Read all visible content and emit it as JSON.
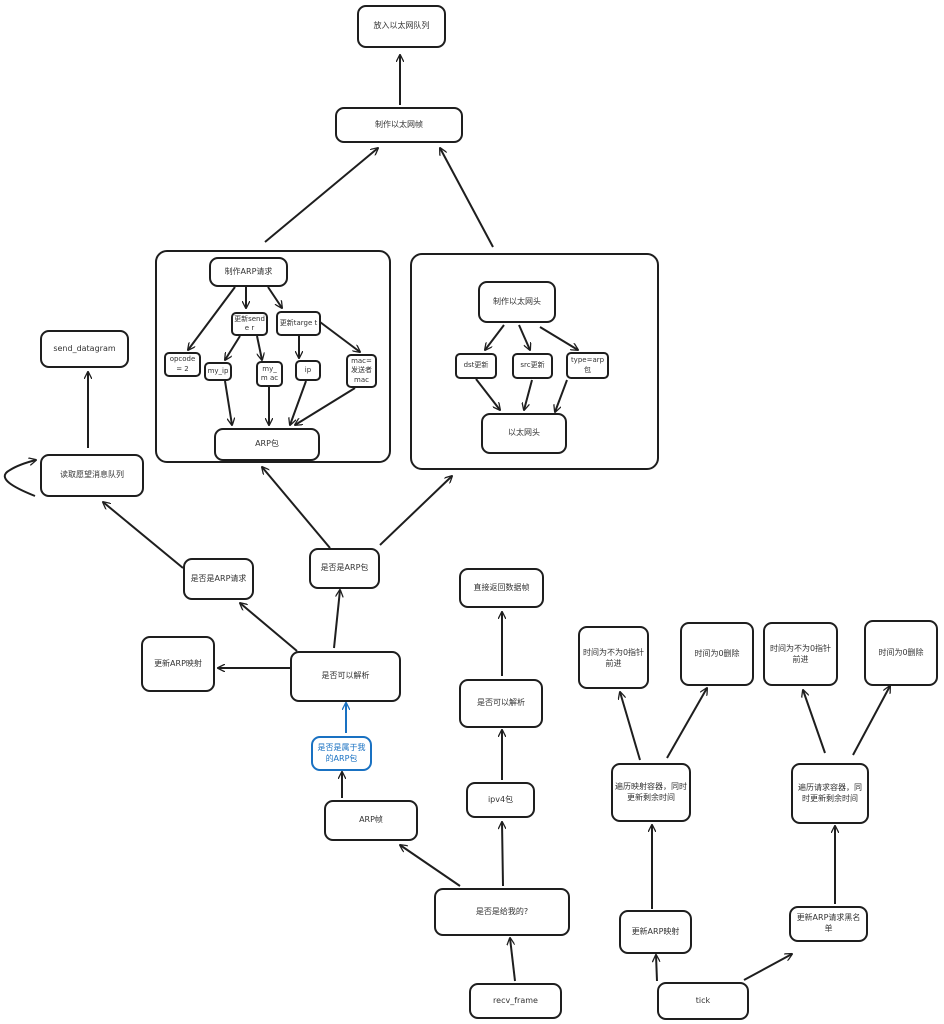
{
  "nodes": {
    "ethernet_queue": "放入以太网队列",
    "make_ethernet_frame": "制作以太网帧",
    "make_arp_request": "制作ARP请求",
    "update_sender": "更新sende r",
    "update_target": "更新targe t",
    "opcode": "opcode= 2",
    "my_ip": "my_ip",
    "my_mac": "my_m ac",
    "ip": "ip",
    "mac_sender": "mac= 发送者 mac",
    "arp_packet": "ARP包",
    "make_ethernet_header": "制作以太网头",
    "dst_update": "dst更新",
    "src_update": "src更新",
    "type_arp": "type=arp 包",
    "ethernet_header": "以太网头",
    "send_datagram": "send_datagram",
    "read_wish_queue": "读取愿望消息队列",
    "is_arp_request": "是否是ARP请求",
    "is_arp_packet": "是否是ARP包",
    "update_arp_map_left": "更新ARP映射",
    "can_parse_1": "是否可以解析",
    "is_my_arp": "是否是属于我的ARP包",
    "arp_frame": "ARP帧",
    "is_for_me": "是否是给我的?",
    "recv_frame": "recv_frame",
    "return_data": "直接返回数据帧",
    "can_parse_2": "是否可以解析",
    "ipv4_packet": "ipv4包",
    "time_nonzero_1": "时间为不为0指针前进",
    "time_zero_delete_1": "时间为0删除",
    "iterate_map": "遍历映射容器，同时更新剩余时间",
    "update_arp_map_right": "更新ARP映射",
    "tick": "tick",
    "time_nonzero_2": "时间为不为0指针前进",
    "time_zero_delete_2": "时间为0删除",
    "iterate_requests": "遍历请求容器，同时更新剩余时间",
    "update_arp_blacklist": "更新ARP请求黑名单"
  },
  "colors": {
    "stroke": "#1e1e1e",
    "highlight": "#1971c2"
  }
}
